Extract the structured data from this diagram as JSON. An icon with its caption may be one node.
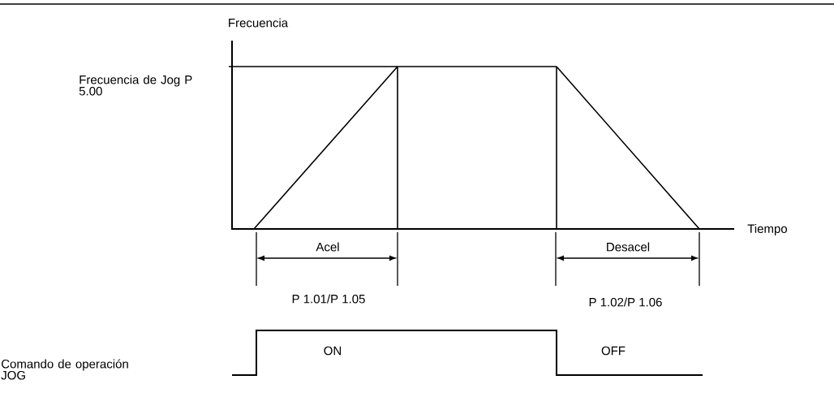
{
  "diagram": {
    "labels": [
      "Frecuencia",
      "Frecuencia de Jog P 5.00",
      "Tiempo",
      "Acel",
      "Desacel",
      "P 1.01/P 1.05",
      "P 1.02/P 1.06",
      "ON",
      "OFF",
      "Comando de operación JOG"
    ]
  }
}
